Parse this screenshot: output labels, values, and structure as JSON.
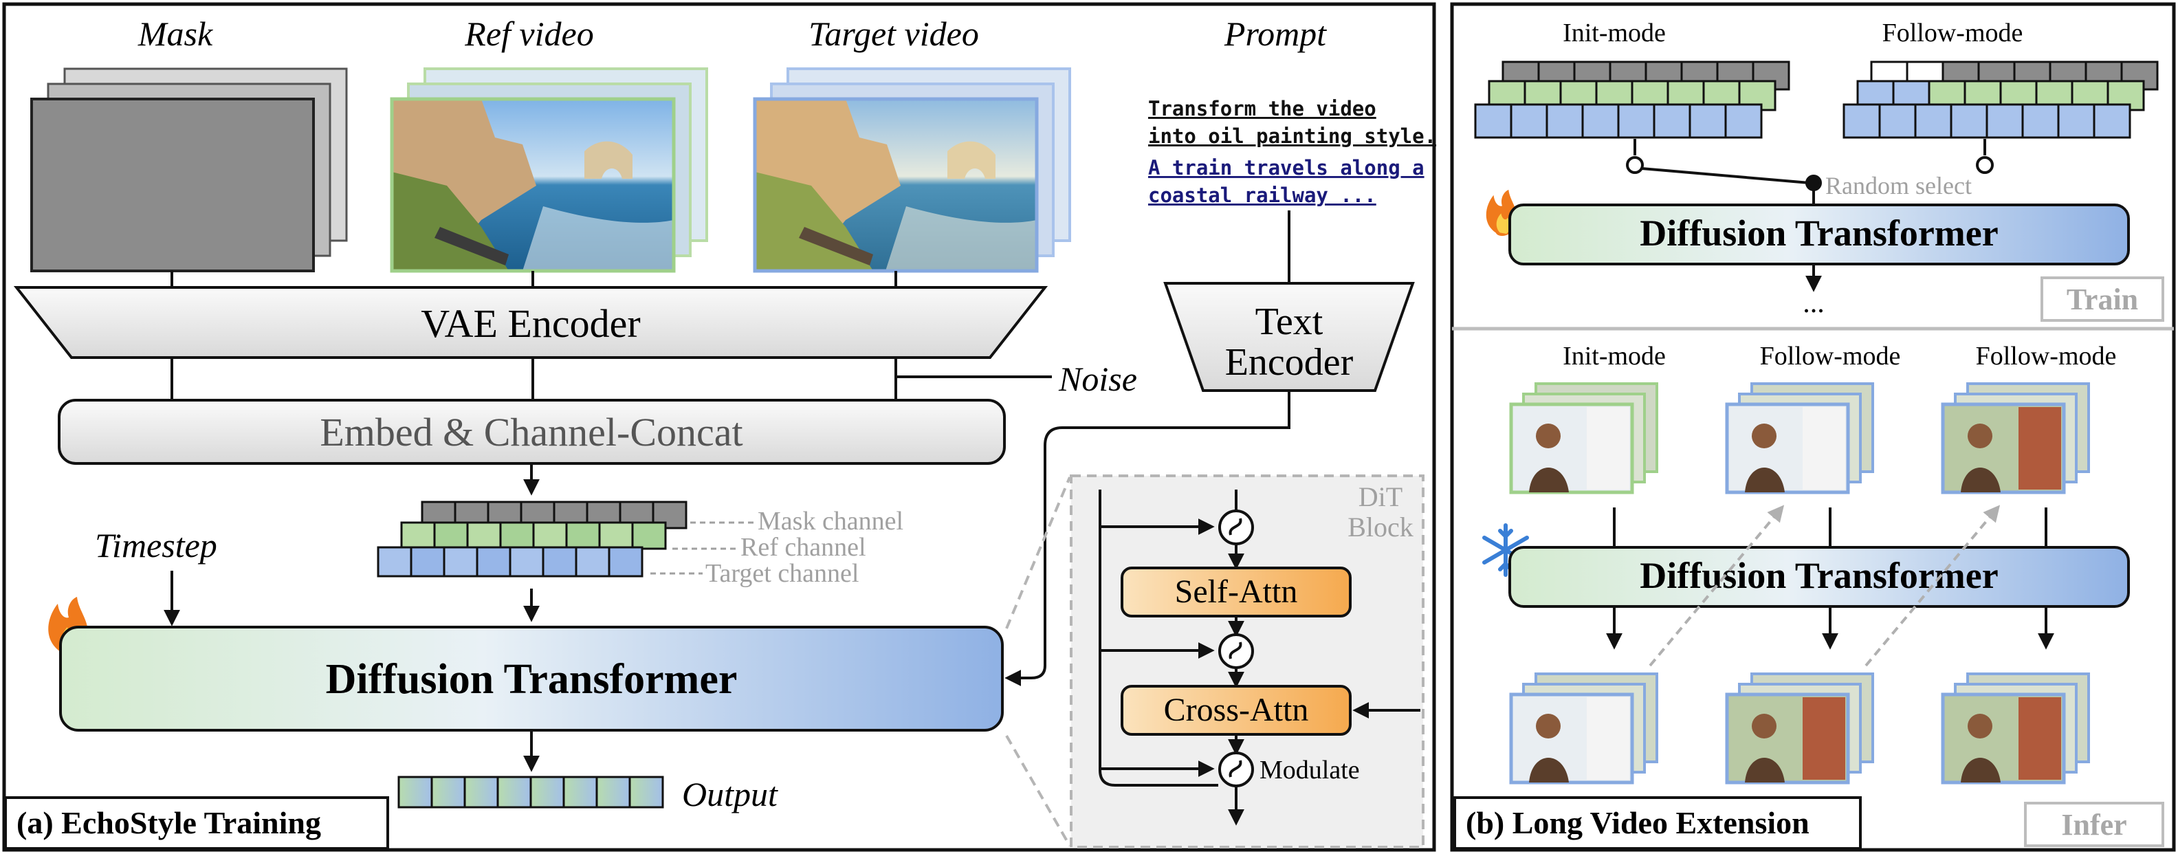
{
  "panel_a": {
    "caption": "(a) EchoStyle Training",
    "inputs": {
      "mask": "Mask",
      "ref_video": "Ref video",
      "target_video": "Target video",
      "prompt": "Prompt"
    },
    "prompt_lines": [
      "Transform the video",
      "into oil painting style.",
      "A train travels along a",
      "coastal railway ..."
    ],
    "vae_encoder": "VAE Encoder",
    "text_encoder_line1": "Text",
    "text_encoder_line2": "Encoder",
    "noise": "Noise",
    "embed_concat": "Embed & Channel-Concat",
    "channels": {
      "mask": "Mask channel",
      "ref": "Ref channel",
      "target": "Target channel"
    },
    "timestep": "Timestep",
    "dit": "Diffusion Transformer",
    "output": "Output",
    "dit_block": {
      "title_line1": "DiT",
      "title_line2": "Block",
      "self_attn": "Self-Attn",
      "cross_attn": "Cross-Attn",
      "modulate": "Modulate"
    }
  },
  "panel_b": {
    "caption": "(b) Long Video Extension",
    "train": {
      "init_mode": "Init-mode",
      "follow_mode": "Follow-mode",
      "random_select": "Random select",
      "dit": "Diffusion Transformer",
      "ellipsis": "...",
      "tag": "Train"
    },
    "infer": {
      "modes": [
        "Init-mode",
        "Follow-mode",
        "Follow-mode"
      ],
      "dit": "Diffusion Transformer",
      "tag": "Infer"
    }
  },
  "colors": {
    "mask_gray": "#8c8c8c",
    "ref_green": "#b9dca6",
    "target_blue": "#a9c3ec",
    "dit_left": "#d4ebcf",
    "dit_right": "#8fb1e4",
    "attn_orange": "#f7b35a",
    "flame": "#f07a1c",
    "snowflake": "#3a7fd6",
    "light_gray_text": "#a0a0a0"
  }
}
